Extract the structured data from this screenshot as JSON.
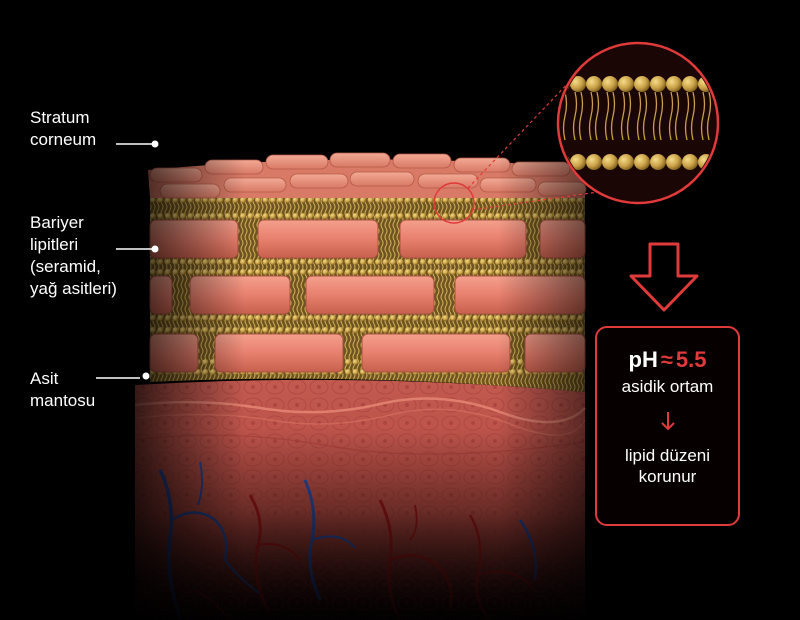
{
  "labels": {
    "stratum_corneum": [
      "Stratum",
      "corneum"
    ],
    "barrier_lipids": [
      "Bariyer",
      "lipitleri",
      "(seramid,",
      "yağ asitleri)"
    ],
    "acid_mantle": [
      "Asit",
      "mantosu"
    ]
  },
  "ph_box": {
    "symbol": "pH",
    "approx": "≈",
    "value": "5.5",
    "condition": "asidik ortam",
    "result": [
      "lipid düzeni",
      "korunur"
    ]
  },
  "colors": {
    "background": "#000000",
    "accent_red": "#e03a3a",
    "brick": "#e8806e",
    "lipid_gold": "#c9a046",
    "dermis": "#c0504a",
    "vein_blue": "#2a4ea8",
    "capillary_red": "#9c1818"
  }
}
